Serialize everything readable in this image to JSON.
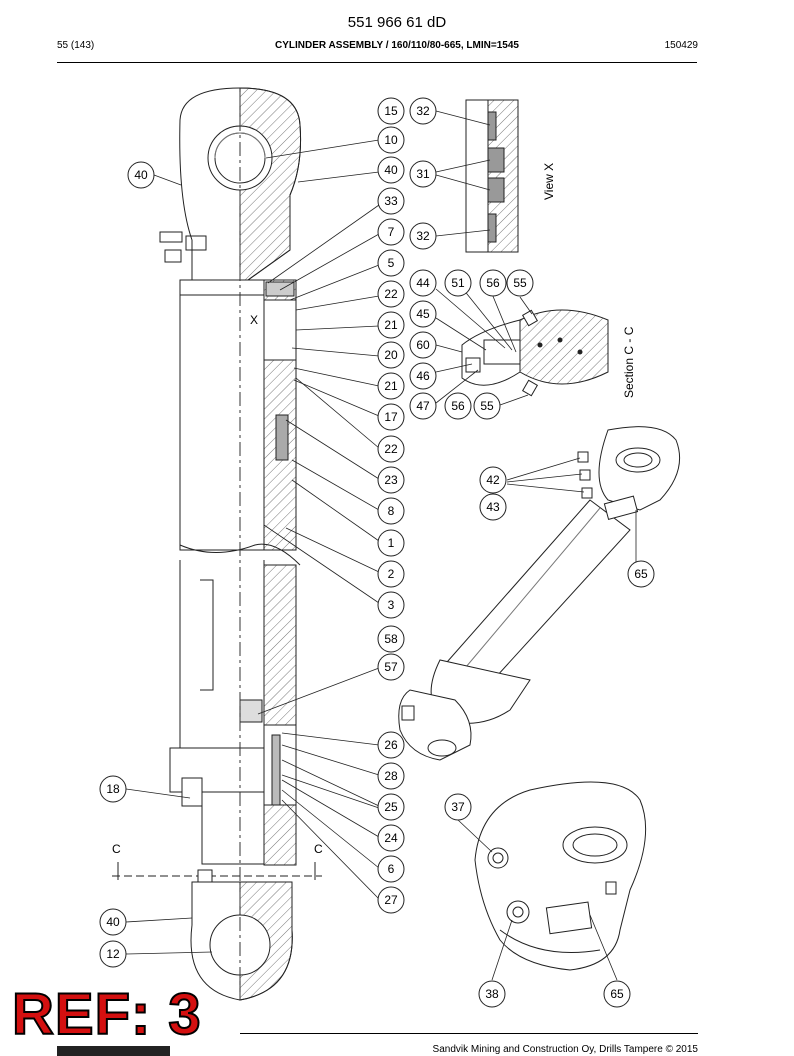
{
  "header": {
    "doc_number": "551 966 61 dD",
    "page_ref": "55 (143)",
    "title": "CYLINDER ASSEMBLY / 160/110/80-665, LMIN=1545",
    "doc_code": "150429"
  },
  "views": {
    "view_x": "View X",
    "section_cc": "Section C - C",
    "cut_letter": "C",
    "detail_letter": "X"
  },
  "callouts": {
    "c15": "15",
    "c32a": "32",
    "c10": "10",
    "c40a": "40",
    "c40b": "40",
    "c31": "31",
    "c33": "33",
    "c7": "7",
    "c32b": "32",
    "c5": "5",
    "c44": "44",
    "c51": "51",
    "c56a": "56",
    "c55a": "55",
    "c22a": "22",
    "c45": "45",
    "c21a": "21",
    "c60": "60",
    "c20": "20",
    "c46": "46",
    "c21b": "21",
    "c47": "47",
    "c56b": "56",
    "c55b": "55",
    "c17": "17",
    "c22b": "22",
    "c42": "42",
    "c23": "23",
    "c43": "43",
    "c8": "8",
    "c1": "1",
    "c65a": "65",
    "c2": "2",
    "c3": "3",
    "c58": "58",
    "c57": "57",
    "c26": "26",
    "c28": "28",
    "c18": "18",
    "c25": "25",
    "c37": "37",
    "c24": "24",
    "c6": "6",
    "c27": "27",
    "c40c": "40",
    "c12": "12",
    "c38": "38",
    "c65b": "65"
  },
  "footer": {
    "copyright": "Sandvik Mining and Construction Oy, Drills Tampere © 2015"
  },
  "stamp": {
    "text": "REF: 3",
    "color": "#d41010"
  }
}
